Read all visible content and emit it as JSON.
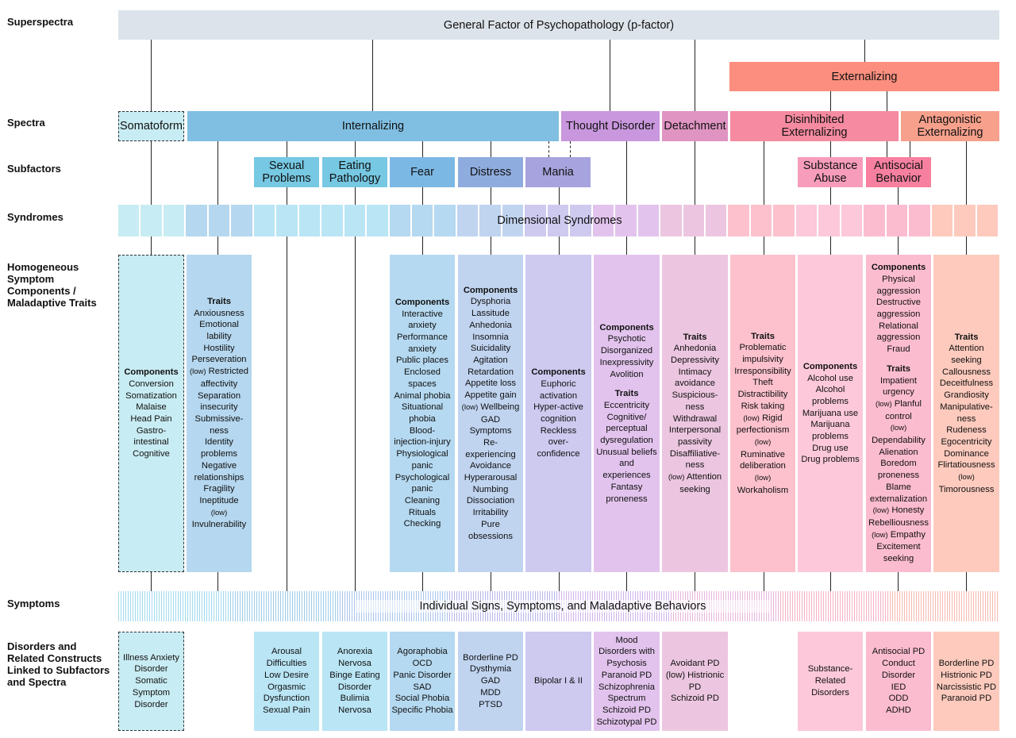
{
  "row_labels": {
    "superspectra": "Superspectra",
    "spectra": "Spectra",
    "subfactors": "Subfactors",
    "syndromes": "Syndromes",
    "components": "Homogeneous\nSymptom\nComponents /\nMaladaptive Traits",
    "symptoms": "Symptoms",
    "disorders": "Disorders and\nRelated Constructs\nLinked to Subfactors\nand Spectra"
  },
  "superspectra": {
    "p_factor": "General Factor of Psychopathology (p-factor)",
    "externalizing": "Externalizing"
  },
  "spectra": {
    "somatoform": "Somatoform",
    "internalizing": "Internalizing",
    "thought_disorder": "Thought Disorder",
    "detachment": "Detachment",
    "disinhibited": "Disinhibited\nExternalizing",
    "antagonistic": "Antagonistic\nExternalizing"
  },
  "subfactors": {
    "sexual_problems": "Sexual\nProblems",
    "eating_pathology": "Eating\nPathology",
    "fear": "Fear",
    "distress": "Distress",
    "mania": "Mania",
    "substance_abuse": "Substance\nAbuse",
    "antisocial_behavior": "Antisocial\nBehavior"
  },
  "syndromes_label": "Dimensional Syndromes",
  "symptoms_label": "Individual Signs, Symptoms, and Maladaptive Behaviors",
  "colors": {
    "p_factor": "#dde3ea",
    "externalizing": "#fb8e7e",
    "somatoform": "#c8ecf3",
    "internalizing": "#80bfe2",
    "thought": "#c997dd",
    "detachment": "#df94c2",
    "disinhibited": "#f58aa0",
    "antagonistic": "#f7a08c"
  },
  "components": {
    "somatoform": [
      {
        "t": "Components",
        "b": true
      },
      {
        "t": "Conversion"
      },
      {
        "t": "Somatization"
      },
      {
        "t": "Malaise"
      },
      {
        "t": "Head Pain"
      },
      {
        "t": "Gastro-"
      },
      {
        "t": "intestinal"
      },
      {
        "t": "Cognitive"
      }
    ],
    "internalizing": [
      {
        "t": "Traits",
        "b": true
      },
      {
        "t": "Anxiousness"
      },
      {
        "t": "Emotional"
      },
      {
        "t": "lability"
      },
      {
        "t": "Hostility"
      },
      {
        "t": "Perseveration"
      },
      {
        "low": "(low)",
        "t": " Restricted"
      },
      {
        "t": "affectivity"
      },
      {
        "t": "Separation"
      },
      {
        "t": "insecurity"
      },
      {
        "t": "Submissive-"
      },
      {
        "t": "ness"
      },
      {
        "t": "Identity"
      },
      {
        "t": "problems"
      },
      {
        "t": "Negative"
      },
      {
        "t": "relationships"
      },
      {
        "t": "Fragility"
      },
      {
        "t": "Ineptitude"
      },
      {
        "low": "(low)",
        "t": ""
      },
      {
        "t": "Invulnerability"
      }
    ],
    "fear": [
      {
        "t": "Components",
        "b": true
      },
      {
        "t": "Interactive"
      },
      {
        "t": "anxiety"
      },
      {
        "t": "Performance"
      },
      {
        "t": "anxiety"
      },
      {
        "t": "Public places"
      },
      {
        "t": "Enclosed"
      },
      {
        "t": "spaces"
      },
      {
        "t": "Animal phobia"
      },
      {
        "t": "Situational"
      },
      {
        "t": "phobia"
      },
      {
        "t": "Blood-"
      },
      {
        "t": "injection-injury"
      },
      {
        "t": "Physiological"
      },
      {
        "t": "panic"
      },
      {
        "t": "Psychological"
      },
      {
        "t": "panic"
      },
      {
        "t": "Cleaning"
      },
      {
        "t": "Rituals"
      },
      {
        "t": "Checking"
      }
    ],
    "distress": [
      {
        "t": "Components",
        "b": true
      },
      {
        "t": "Dysphoria"
      },
      {
        "t": "Lassitude"
      },
      {
        "t": "Anhedonia"
      },
      {
        "t": "Insomnia"
      },
      {
        "t": "Suicidality"
      },
      {
        "t": "Agitation"
      },
      {
        "t": "Retardation"
      },
      {
        "t": "Appetite loss"
      },
      {
        "t": "Appetite gain"
      },
      {
        "low": "(low)",
        "t": " Wellbeing"
      },
      {
        "t": "GAD"
      },
      {
        "t": "Symptoms"
      },
      {
        "t": "Re-"
      },
      {
        "t": "experiencing"
      },
      {
        "t": "Avoidance"
      },
      {
        "t": "Hyperarousal"
      },
      {
        "t": "Numbing"
      },
      {
        "t": "Dissociation"
      },
      {
        "t": "Irritability"
      },
      {
        "t": "Pure"
      },
      {
        "t": "obsessions"
      }
    ],
    "mania": [
      {
        "t": "Components",
        "b": true
      },
      {
        "t": "Euphoric"
      },
      {
        "t": "activation"
      },
      {
        "t": "Hyper-active"
      },
      {
        "t": "cognition"
      },
      {
        "t": "Reckless"
      },
      {
        "t": "over-"
      },
      {
        "t": "confidence"
      }
    ],
    "thought": [
      {
        "t": "Components",
        "b": true
      },
      {
        "t": "Psychotic"
      },
      {
        "t": "Disorganized"
      },
      {
        "t": "Inexpressivity"
      },
      {
        "t": "Avolition"
      },
      {
        "gap": true
      },
      {
        "t": "Traits",
        "b": true
      },
      {
        "t": "Eccentricity"
      },
      {
        "t": "Cognitive/"
      },
      {
        "t": "perceptual"
      },
      {
        "t": "dysregulation"
      },
      {
        "t": "Unusual beliefs"
      },
      {
        "t": "and"
      },
      {
        "t": "experiences"
      },
      {
        "t": "Fantasy"
      },
      {
        "t": "proneness"
      }
    ],
    "detachment": [
      {
        "t": "Traits",
        "b": true
      },
      {
        "t": "Anhedonia"
      },
      {
        "t": "Depressivity"
      },
      {
        "t": "Intimacy"
      },
      {
        "t": "avoidance"
      },
      {
        "t": "Suspicious-"
      },
      {
        "t": "ness"
      },
      {
        "t": "Withdrawal"
      },
      {
        "t": "Interpersonal"
      },
      {
        "t": "passivity"
      },
      {
        "t": "Disaffiliative-"
      },
      {
        "t": "ness"
      },
      {
        "low": "(low)",
        "t": " Attention"
      },
      {
        "t": "seeking"
      }
    ],
    "disinhibited": [
      {
        "t": "Traits",
        "b": true
      },
      {
        "t": "Problematic"
      },
      {
        "t": "impulsivity"
      },
      {
        "t": "Irresponsibility"
      },
      {
        "t": "Theft"
      },
      {
        "t": "Distractibility"
      },
      {
        "t": "Risk taking"
      },
      {
        "low": "(low)",
        "t": " Rigid"
      },
      {
        "t": "perfectionism"
      },
      {
        "low": "(low)",
        "t": ""
      },
      {
        "t": "Ruminative"
      },
      {
        "t": "deliberation"
      },
      {
        "low": "(low)",
        "t": ""
      },
      {
        "t": "Workaholism"
      }
    ],
    "substance": [
      {
        "t": "Components",
        "b": true
      },
      {
        "t": "Alcohol use"
      },
      {
        "t": "Alcohol"
      },
      {
        "t": "problems"
      },
      {
        "t": "Marijuana use"
      },
      {
        "t": "Marijuana"
      },
      {
        "t": "problems"
      },
      {
        "t": "Drug use"
      },
      {
        "t": "Drug problems"
      }
    ],
    "antisocial": [
      {
        "t": "Components",
        "b": true
      },
      {
        "t": "Physical"
      },
      {
        "t": "aggression"
      },
      {
        "t": "Destructive"
      },
      {
        "t": "aggression"
      },
      {
        "t": "Relational"
      },
      {
        "t": "aggression"
      },
      {
        "t": "Fraud"
      },
      {
        "gap": true
      },
      {
        "t": "Traits",
        "b": true
      },
      {
        "t": "Impatient"
      },
      {
        "t": "urgency"
      },
      {
        "low": "(low)",
        "t": " Planful"
      },
      {
        "t": "control"
      },
      {
        "low": "(low)",
        "t": ""
      },
      {
        "t": "Dependability"
      },
      {
        "t": "Alienation"
      },
      {
        "t": "Boredom"
      },
      {
        "t": "proneness"
      },
      {
        "t": "Blame"
      },
      {
        "t": "externalization"
      },
      {
        "low": "(low)",
        "t": " Honesty"
      },
      {
        "t": "Rebelliousness"
      },
      {
        "low": "(low)",
        "t": " Empathy"
      },
      {
        "t": "Excitement"
      },
      {
        "t": "seeking"
      }
    ],
    "antagonistic": [
      {
        "t": "Traits",
        "b": true
      },
      {
        "t": "Attention"
      },
      {
        "t": "seeking"
      },
      {
        "t": "Callousness"
      },
      {
        "t": "Deceitfulness"
      },
      {
        "t": "Grandiosity"
      },
      {
        "t": "Manipulative-"
      },
      {
        "t": "ness"
      },
      {
        "t": "Rudeness"
      },
      {
        "t": "Egocentricity"
      },
      {
        "t": "Dominance"
      },
      {
        "t": "Flirtatiousness"
      },
      {
        "low": "(low)",
        "t": ""
      },
      {
        "t": "Timorousness"
      }
    ]
  },
  "disorders": {
    "somatoform": [
      "Illness Anxiety",
      "Disorder",
      "Somatic",
      "Symptom",
      "Disorder"
    ],
    "sexual": [
      "Arousal",
      "Difficulties",
      "Low Desire",
      "Orgasmic",
      "Dysfunction",
      "Sexual Pain"
    ],
    "eating": [
      "Anorexia",
      "Nervosa",
      "Binge Eating",
      "Disorder",
      "Bulimia",
      "Nervosa"
    ],
    "fear": [
      "Agoraphobia",
      "OCD",
      "Panic Disorder",
      "SAD",
      "Social Phobia",
      "Specific Phobia"
    ],
    "distress": [
      "Borderline PD",
      "Dysthymia",
      "GAD",
      "MDD",
      "PTSD"
    ],
    "mania": [
      "Bipolar I & II"
    ],
    "thought": [
      "Mood",
      "Disorders with",
      "Psychosis",
      "Paranoid PD",
      "Schizophrenia",
      "Spectrum",
      "Schizoid PD",
      "Schizotypal PD"
    ],
    "detachment": [
      "Avoidant PD",
      "(low) Histrionic",
      "PD",
      "Schizoid PD"
    ],
    "substance": [
      "Substance-",
      "Related",
      "Disorders"
    ],
    "antisocial": [
      "Antisocial PD",
      "Conduct",
      "Disorder",
      "IED",
      "ODD",
      "ADHD"
    ],
    "antagonistic": [
      "Borderline PD",
      "Histrionic PD",
      "Narcissistic PD",
      "Paranoid PD"
    ]
  }
}
